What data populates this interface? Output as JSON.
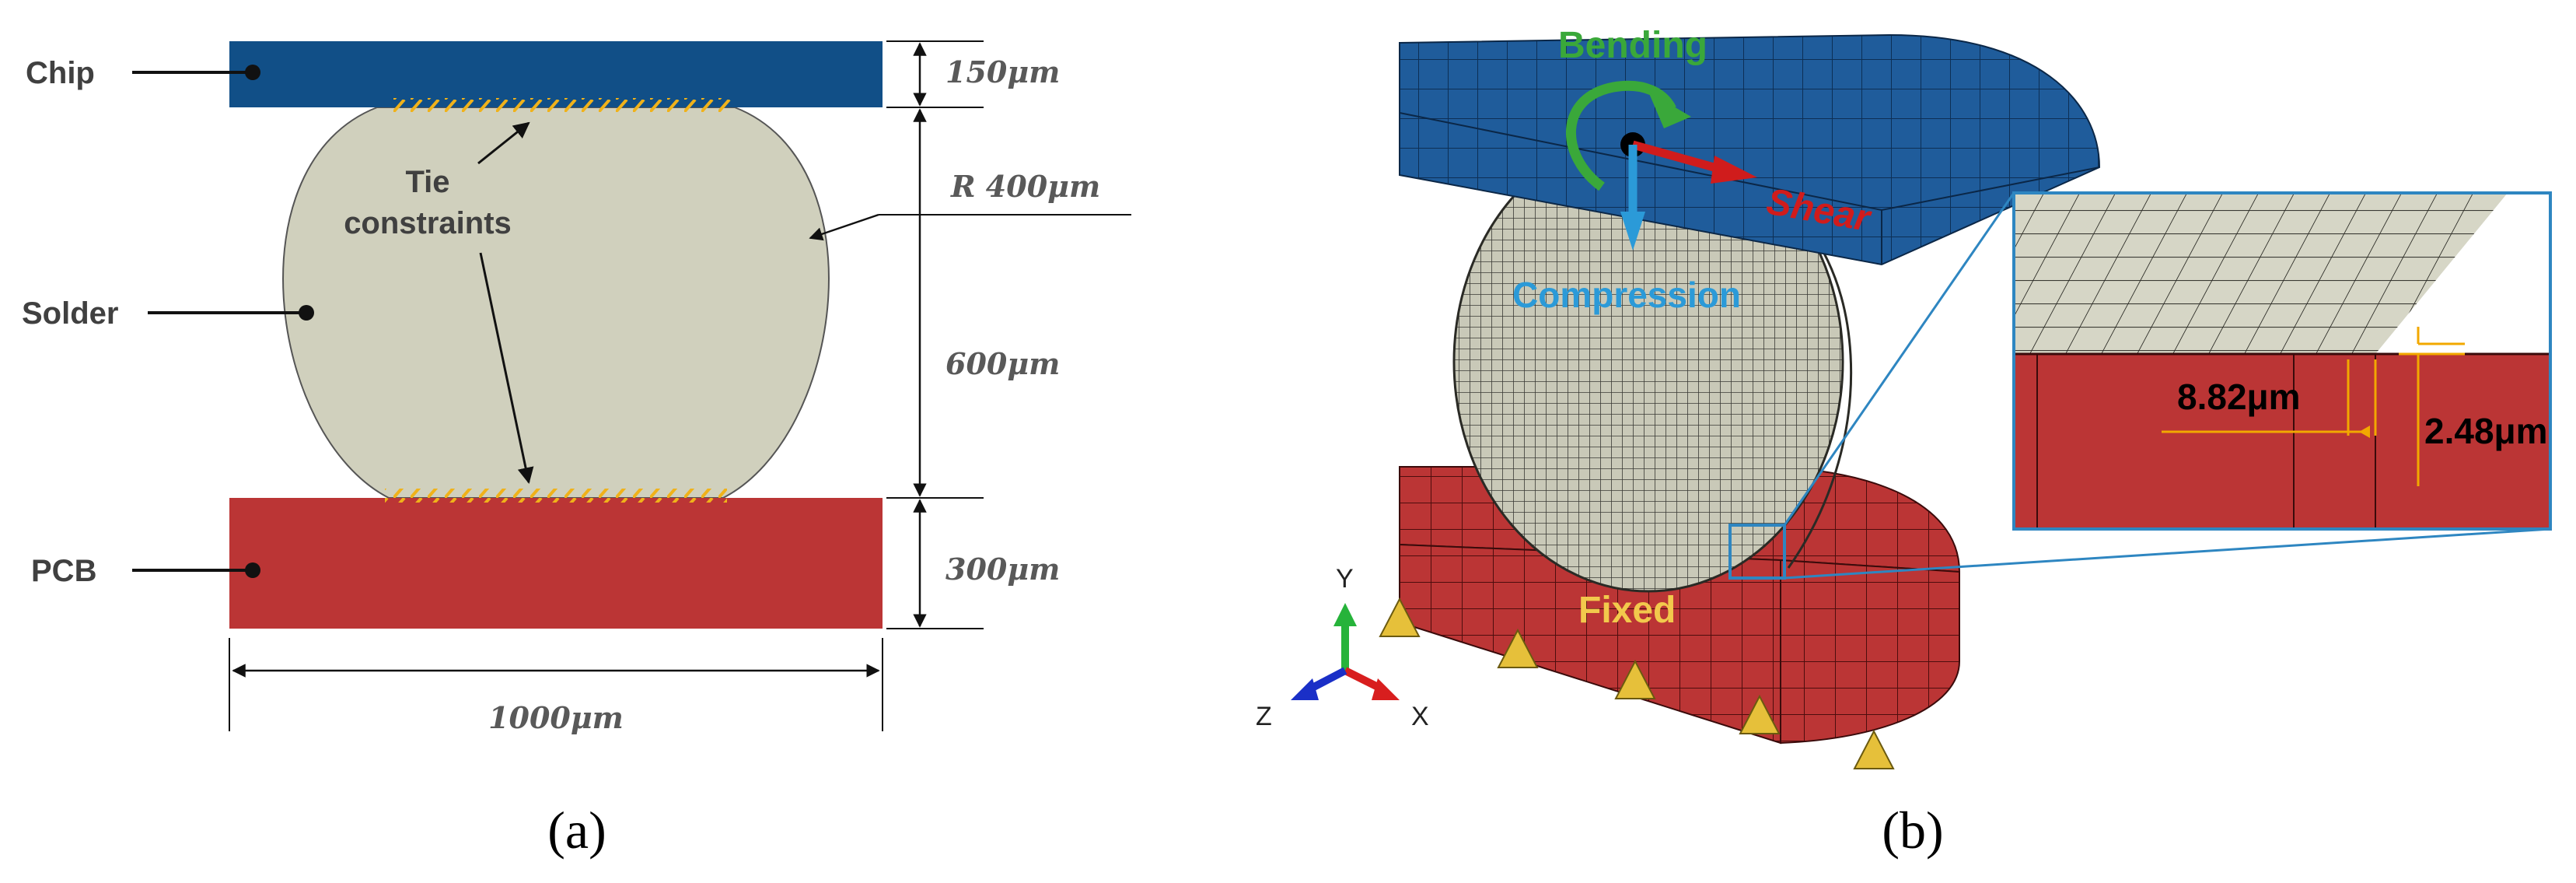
{
  "panel_a": {
    "caption": "(a)",
    "labels": {
      "chip": "Chip",
      "solder": "Solder",
      "pcb": "PCB",
      "tie_line1": "Tie",
      "tie_line2": "constraints"
    },
    "dimensions": {
      "chip_thickness": "150μm",
      "radius": "R 400μm",
      "solder_height": "600μm",
      "pcb_thickness": "300μm",
      "width": "1000μm"
    },
    "colors": {
      "chip": "#114f87",
      "solder": "#d0d0bd",
      "pcb": "#bb3535",
      "tie_hatch": "#f0b21a"
    }
  },
  "panel_b": {
    "caption": "(b)",
    "loads": {
      "bending": "Bending",
      "shear": "Shear",
      "compression": "Compression",
      "fixed": "Fixed"
    },
    "axes": {
      "x": "X",
      "y": "Y",
      "z": "Z"
    },
    "zoom": {
      "horizontal_dim": "8.82μm",
      "vertical_dim": "2.48μm"
    },
    "colors": {
      "chip_mesh": "#1f5c9b",
      "solder_mesh": "#4a4a44",
      "pcb_mesh": "#bb3535",
      "bending": "#3aa83a",
      "shear": "#d01c1c",
      "compression": "#2b9ad8",
      "fixed": "#f2c94c",
      "support": "#e6c03a",
      "zoom_frame": "#2e86c1",
      "dim_lines": "#f2a800"
    }
  }
}
